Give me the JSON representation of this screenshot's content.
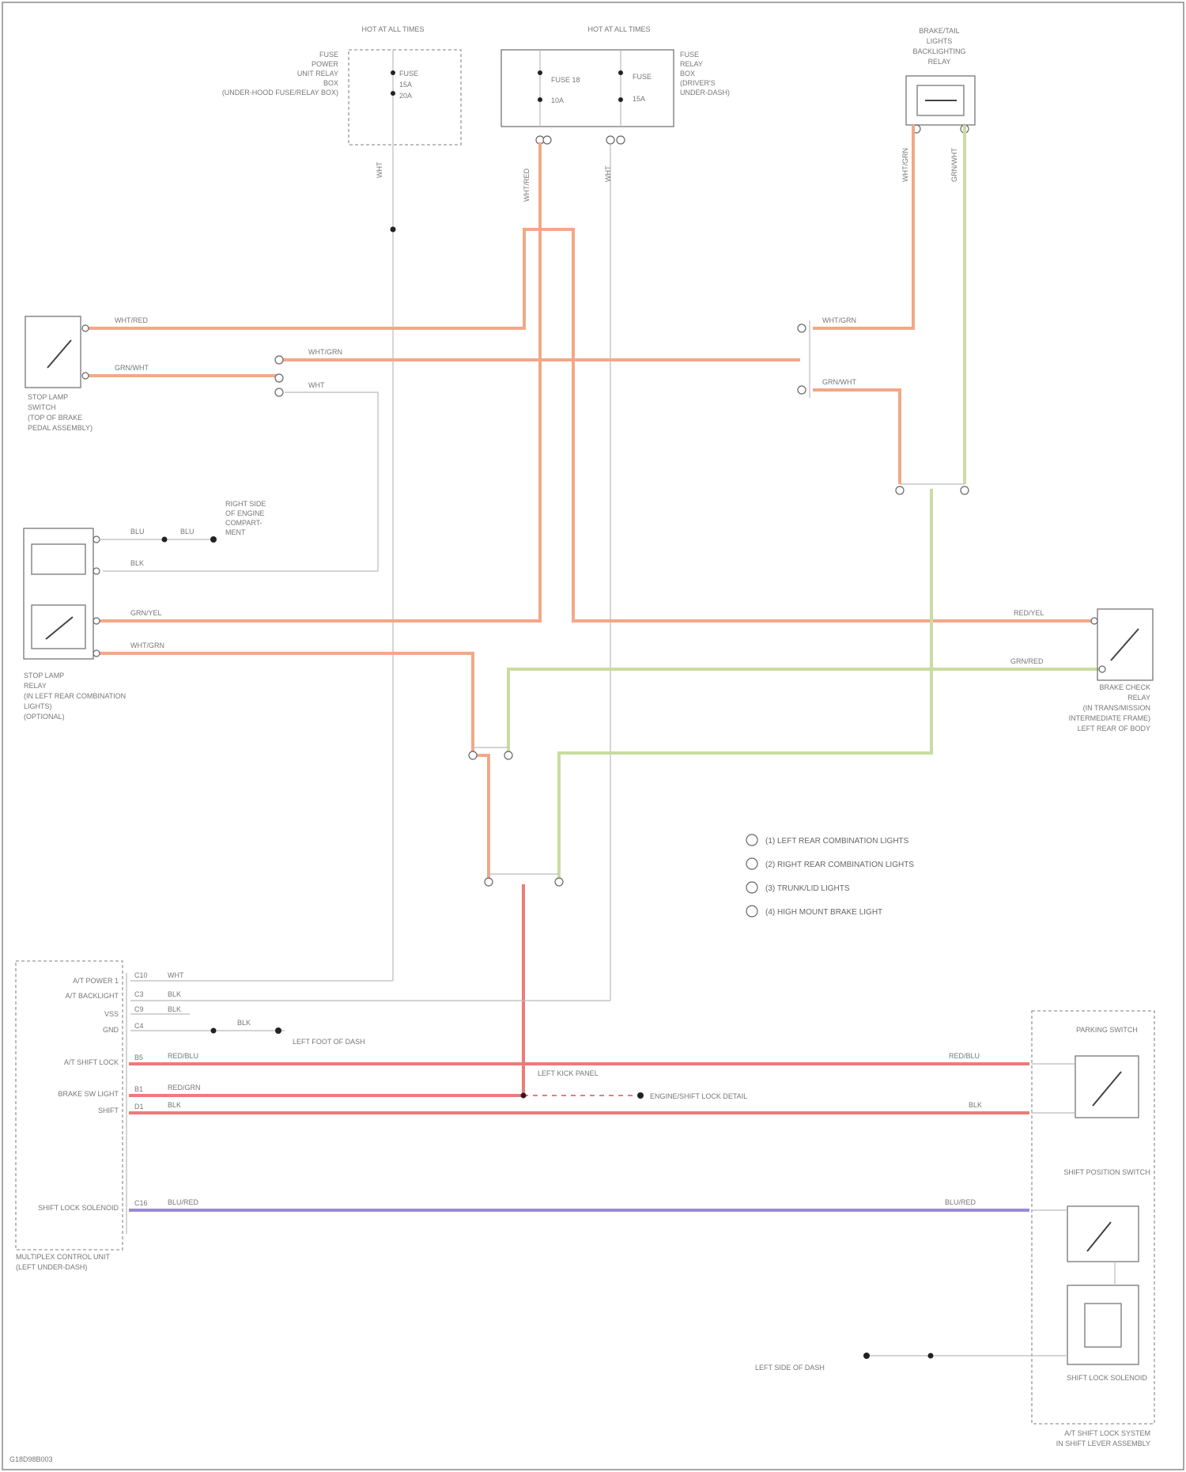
{
  "diagram": {
    "fuse_left": {
      "title": "HOT AT ALL TIMES",
      "desc": [
        "FUSE",
        "POWER",
        "UNIT RELAY",
        "BOX",
        "(UNDER-HOOD FUSE/RELAY BOX)"
      ],
      "fuse": [
        "FUSE",
        "15A",
        "20A"
      ],
      "wire": "WHT"
    },
    "fuse_mid": {
      "title": "HOT AT ALL TIMES",
      "desc": [
        "FUSE",
        "RELAY",
        "BOX",
        "(DRIVER'S",
        "UNDER-DASH)"
      ],
      "labels": [
        "FUSE 18",
        "10A",
        "FUSE",
        "15A"
      ],
      "wire_a": "WHT/RED",
      "wire_b": "WHT"
    },
    "brake_top": {
      "title": [
        "BRAKE/TAIL",
        "LIGHTS",
        "BACKLIGHTING",
        "RELAY"
      ],
      "wire_a": "WHT/GRN",
      "wire_b": "GRN/WHT"
    },
    "stop_switch": {
      "title": [
        "STOP LAMP",
        "SWITCH",
        "(TOP OF BRAKE",
        "PEDAL ASSEMBLY)"
      ],
      "wires": [
        "WHT/RED",
        "GRN/WHT",
        "WHT/GRN",
        "WHT"
      ]
    },
    "stop_relay": {
      "title": [
        "STOP LAMP",
        "RELAY",
        "(IN LEFT REAR COMBINATION",
        "LIGHTS)",
        "(OPTIONAL)"
      ],
      "wires": [
        "BLU",
        "BLU",
        "BLK",
        "GRN/YEL",
        "WHT/GRN"
      ],
      "ground_note": [
        "RIGHT SIDE",
        "OF ENGINE",
        "COMPART-",
        "MENT"
      ]
    },
    "brake_relay": {
      "title": [
        "BRAKE CHECK",
        "RELAY",
        "(IN TRANS/MISSION",
        "INTERMEDIATE FRAME)",
        "LEFT REAR OF BODY"
      ],
      "wires": [
        "RED/YEL",
        "GRN/RED"
      ]
    },
    "legend": [
      "(1) LEFT REAR COMBINATION LIGHTS",
      "(2) RIGHT REAR COMBINATION LIGHTS",
      "(3) TRUNK/LID LIGHTS",
      "(4) HIGH MOUNT BRAKE LIGHT"
    ],
    "unit": {
      "title": [
        "MULTIPLEX CONTROL UNIT",
        "(LEFT UNDER-DASH)"
      ],
      "pins": [
        "A/T POWER 1",
        "A/T BACKLIGHT",
        "VSS",
        "GND",
        "A/T SHIFT LOCK",
        "BRAKE SW LIGHT",
        "SHIFT",
        "SHIFT LOCK SOLENOID"
      ],
      "pin_nums": [
        "C10",
        "C3",
        "C9",
        "C4",
        "B5",
        "B1",
        "D1",
        "C16"
      ],
      "wires": [
        "WHT",
        "BLK",
        "BLK",
        "BLK",
        "RED/BLU",
        "RED/GRN",
        "BLK",
        "BLU/RED"
      ],
      "ground": "LEFT FOOT OF DASH",
      "splice_note": "LEFT KICK PANEL",
      "other_label": "ENGINE/SHIFT LOCK DETAIL"
    },
    "right_module": {
      "title": [
        "A/T SHIFT LOCK SYSTEM",
        "IN SHIFT LEVER ASSEMBLY"
      ],
      "items": [
        "PARKING SWITCH",
        "SHIFT POSITION SWITCH",
        "SHIFT LOCK SOLENOID"
      ],
      "wires": [
        "RED/BLU",
        "BLK",
        "BLU/RED"
      ],
      "ground": "LEFT SIDE OF DASH"
    },
    "footer": "G18D98B003"
  }
}
